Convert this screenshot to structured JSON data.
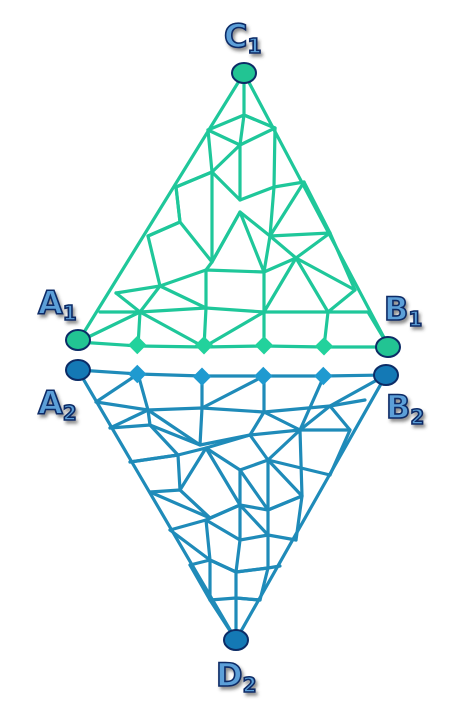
{
  "colors": {
    "upper_mesh": "#1fc79a",
    "lower_mesh": "#1f8bb9",
    "upper_node_fill": "#22c493",
    "lower_node_fill": "#1479b5",
    "node_stroke": "#0c2c66",
    "label_fill": "#5b9fd8",
    "label_stroke": "#0c2c66",
    "interface_upper": "#22d29c",
    "interface_lower": "#1f9ad0"
  },
  "labels": {
    "c1": {
      "letter": "C",
      "sub": "1"
    },
    "a1": {
      "letter": "A",
      "sub": "1"
    },
    "b1": {
      "letter": "B",
      "sub": "1"
    },
    "a2": {
      "letter": "A",
      "sub": "2"
    },
    "b2": {
      "letter": "B",
      "sub": "2"
    },
    "d2": {
      "letter": "D",
      "sub": "2"
    }
  },
  "diagram": {
    "upper_region": "triangle A1-B1-C1",
    "lower_region": "triangle A2-B2-D2",
    "interface_node_count": 4
  }
}
